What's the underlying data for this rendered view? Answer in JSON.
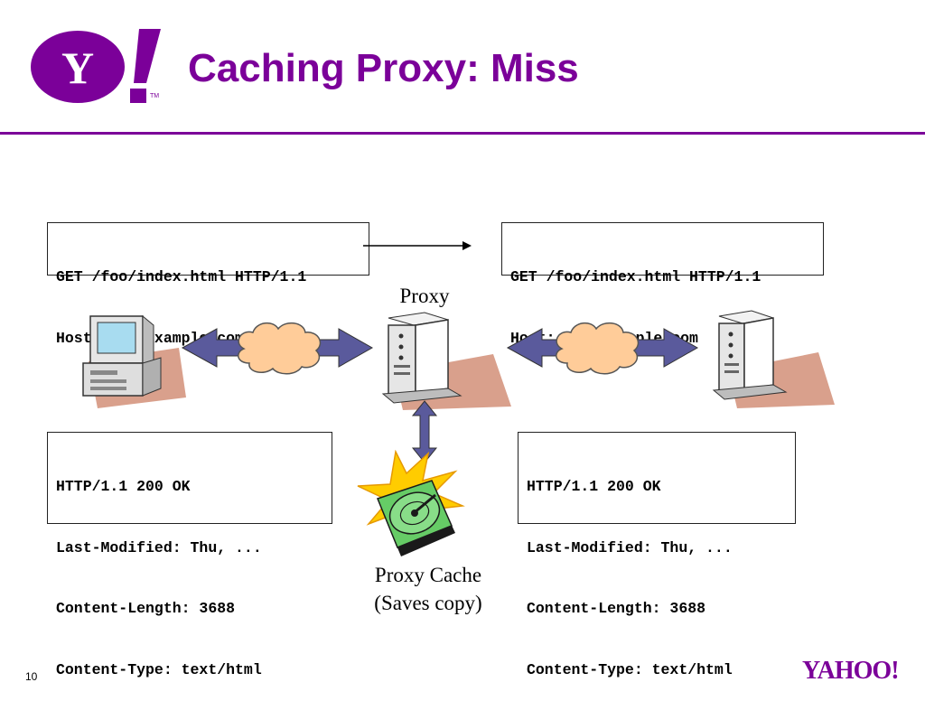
{
  "slide": {
    "title": "Caching Proxy: Miss",
    "page_number": "10",
    "logo_text": "Y!",
    "logo_tm": "TM",
    "footer_logo_text": "YAHOO!"
  },
  "request_left": {
    "line1": "GET /foo/index.html HTTP/1.1",
    "line2": "Host: www.example.com"
  },
  "request_right": {
    "line1": "GET /foo/index.html HTTP/1.1",
    "line2": "Host: www.example.com"
  },
  "response_left": {
    "line1": "HTTP/1.1 200 OK",
    "line2": "Last-Modified: Thu, ...",
    "line3": "Content-Length: 3688",
    "line4": "Content-Type: text/html"
  },
  "response_right": {
    "line1": "HTTP/1.1 200 OK",
    "line2": "Last-Modified: Thu, ...",
    "line3": "Content-Length: 3688",
    "line4": "Content-Type: text/html"
  },
  "labels": {
    "proxy": "Proxy",
    "cache_line1": "Proxy Cache",
    "cache_line2": "(Saves copy)"
  },
  "colors": {
    "brand_purple": "#7b0099",
    "cloud_fill": "#ffcc99",
    "arrow_fill": "#5a5a9c",
    "disk_green": "#66cc66",
    "burst_yellow": "#ffcc00"
  }
}
